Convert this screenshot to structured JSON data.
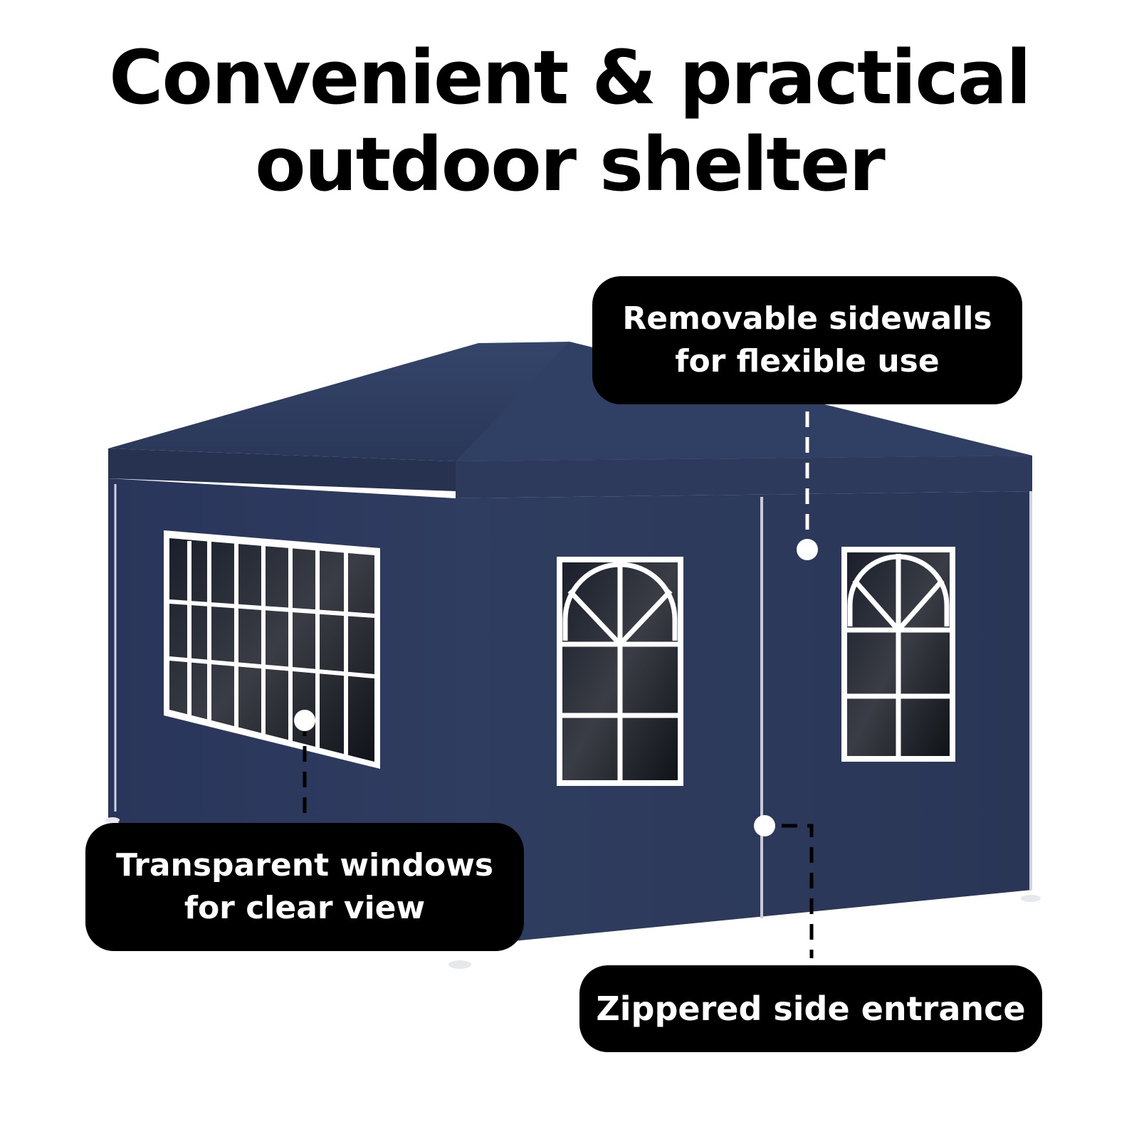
{
  "headline": {
    "line1": "Convenient & practical",
    "line2": "outdoor shelter"
  },
  "callouts": {
    "sidewalls": {
      "line1": "Removable sidewalls",
      "line2": "for flexible use"
    },
    "windows": {
      "line1": "Transparent windows",
      "line2": "for clear view"
    },
    "entrance": {
      "line1": "Zippered side entrance"
    }
  },
  "colors": {
    "tent_fabric": "#2c3a59",
    "window_frame": "#ffffff",
    "callout_background": "#000000",
    "callout_text": "#ffffff",
    "headline_text": "#000000"
  }
}
